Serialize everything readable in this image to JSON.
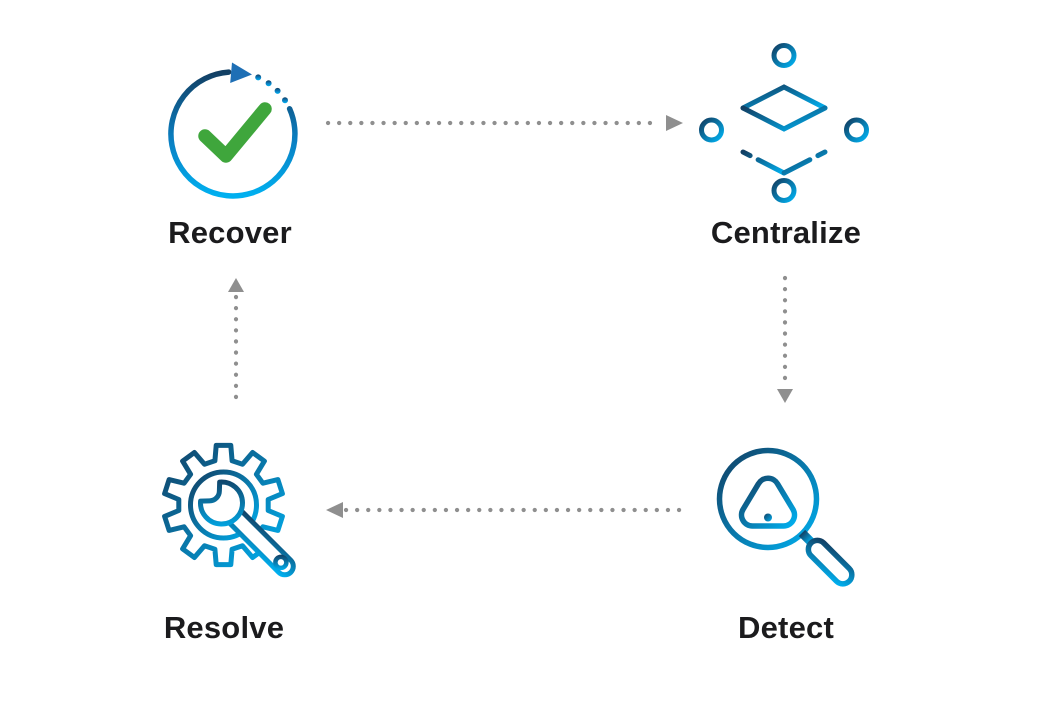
{
  "diagram": {
    "name": "incident-lifecycle-cycle",
    "nodes": [
      {
        "label": "Recover",
        "icon": "recover-cycle-check-icon"
      },
      {
        "label": "Centralize",
        "icon": "centralize-cube-network-icon"
      },
      {
        "label": "Detect",
        "icon": "detect-magnifier-alert-icon"
      },
      {
        "label": "Resolve",
        "icon": "resolve-gear-wrench-icon"
      }
    ],
    "arrows": [
      {
        "from": "Recover",
        "to": "Centralize",
        "direction": "right",
        "style": "dotted"
      },
      {
        "from": "Centralize",
        "to": "Detect",
        "direction": "down",
        "style": "dotted"
      },
      {
        "from": "Detect",
        "to": "Resolve",
        "direction": "left",
        "style": "dotted"
      },
      {
        "from": "Resolve",
        "to": "Recover",
        "direction": "up",
        "style": "dotted"
      }
    ],
    "colors": {
      "icon_gradient_dark": "#123f63",
      "icon_gradient_light": "#00b0f0",
      "check_green": "#3fa63c",
      "arrowhead_blue": "#1e6fb5",
      "arrow_gray": "#8f8f8f",
      "label_text": "#1b1b1d",
      "background": "#ffffff"
    }
  }
}
